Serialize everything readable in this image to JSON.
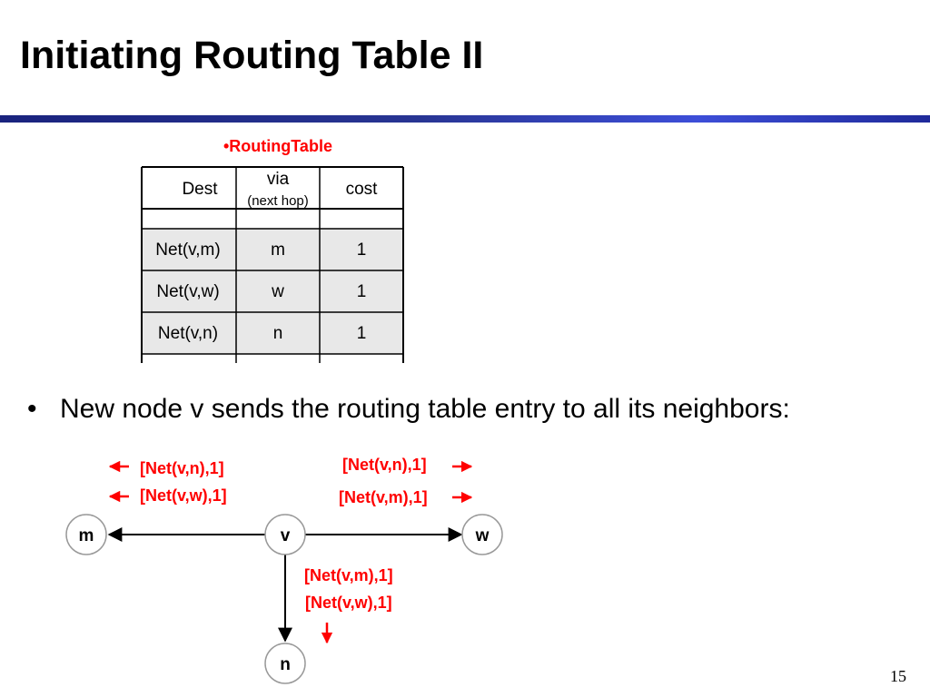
{
  "slide": {
    "title": "Initiating Routing Table II",
    "page_number": "15"
  },
  "routing_table": {
    "caption": "•RoutingTable",
    "headers": {
      "dest": "Dest",
      "via": "via",
      "via_sub": "(next hop)",
      "cost": "cost"
    },
    "rows": [
      {
        "dest": "Net(v,m)",
        "via": "m",
        "cost": "1"
      },
      {
        "dest": "Net(v,w)",
        "via": "w",
        "cost": "1"
      },
      {
        "dest": "Net(v,n)",
        "via": "n",
        "cost": "1"
      }
    ],
    "colors": {
      "row_fill": "#e8e8e8",
      "border": "#000000"
    }
  },
  "bullet": {
    "marker": "•",
    "text": "New node v sends the routing table entry to all its neighbors:"
  },
  "network": {
    "nodes": {
      "m": "m",
      "v": "v",
      "w": "w",
      "n": "n"
    },
    "messages": {
      "to_m": [
        "[Net(v,n),1]",
        "[Net(v,w),1]"
      ],
      "to_w": [
        "[Net(v,n),1]",
        "[Net(v,m),1]"
      ],
      "to_n": [
        "[Net(v,m),1]",
        "[Net(v,w),1]"
      ]
    },
    "colors": {
      "message": "#ff0000",
      "link": "#000000"
    }
  }
}
